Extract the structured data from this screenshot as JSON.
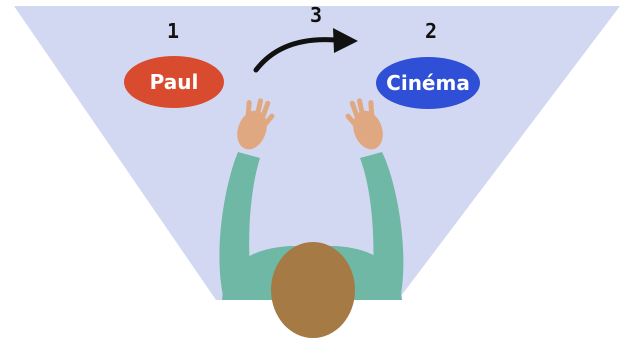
{
  "diagram": {
    "steps": {
      "first": {
        "number": "1",
        "label": "Paul"
      },
      "second": {
        "number": "2",
        "label": "Cinéma"
      },
      "third": {
        "number": "3"
      }
    },
    "colors": {
      "field_of_view": "#D3D8F2",
      "paul_pill": "#D94B2E",
      "cinema_pill": "#2F4FD6",
      "arrow": "#111111",
      "sleeve": "#6FB8A6",
      "skin": "#E0A880",
      "hair": "#A57A45"
    },
    "icons": [
      "curved-arrow-icon",
      "person-top-view-icon"
    ]
  }
}
